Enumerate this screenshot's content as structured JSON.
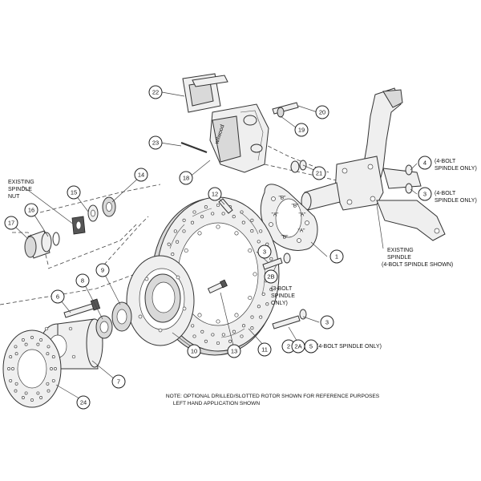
{
  "callouts": [
    "1",
    "2",
    "2A",
    "2B",
    "3",
    "4",
    "5",
    "6",
    "7",
    "8",
    "9",
    "10",
    "11",
    "12",
    "13",
    "14",
    "15",
    "16",
    "17",
    "18",
    "19",
    "20",
    "21",
    "22",
    "23",
    "24"
  ],
  "labels": {
    "existing_spindle_nut": [
      "EXISTING",
      "SPINDLE",
      "NUT"
    ],
    "existing_spindle": [
      "EXISTING",
      "SPINDLE",
      "(4-BOLT SPINDLE SHOWN)"
    ],
    "four_bolt_only_a": [
      "(4-BOLT",
      "SPINDLE ONLY)"
    ],
    "four_bolt_only_b": [
      "(4-BOLT",
      "SPINDLE ONLY)"
    ],
    "three_bolt_only": [
      "(3-BOLT",
      "SPINDLE",
      "ONLY)"
    ],
    "four_bolt_inline": "(4-BOLT SPINDLE ONLY)"
  },
  "bracket_letters": [
    "\"B\"",
    "\"B\"",
    "\"A\"",
    "\"A\"",
    "\"B\"",
    "\"A\""
  ],
  "note": [
    "NOTE: OPTIONAL DRILLED/SLOTTED ROTOR SHOWN FOR REFERENCE PURPOSES",
    "LEFT HAND APPLICATION SHOWN"
  ],
  "caliper_brand": "wilwood"
}
